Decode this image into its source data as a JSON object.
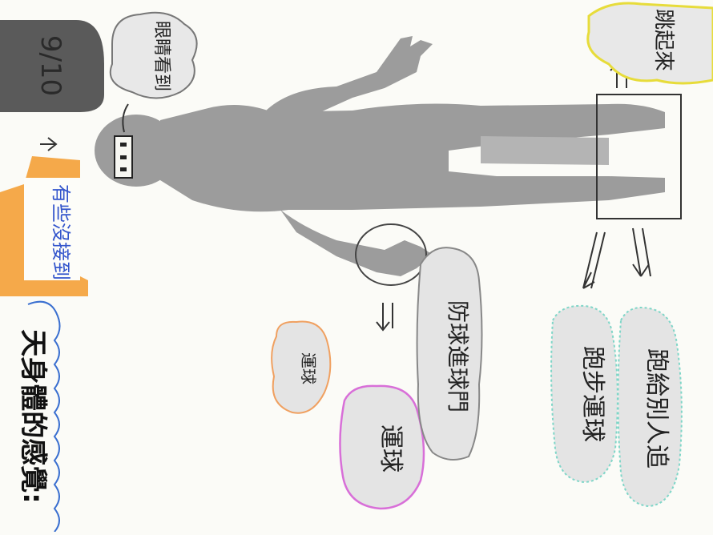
{
  "score": {
    "value": "9/10"
  },
  "title": {
    "text": "天身體的感覺:"
  },
  "note": {
    "text": "有些沒接到"
  },
  "bubbles": {
    "eyes": "眼睛看到",
    "jump": "跳起來",
    "pass_ball": "運球",
    "defend_ball": "防球進球門",
    "run_dribble": "跑步運球",
    "chase": "跑給別人追",
    "small": "運球"
  },
  "colors": {
    "silhouette": "#9c9c9c",
    "score_block": "#5a5a5a",
    "note_orange": "#f5a94a",
    "title_wave": "#3a6fd0",
    "cloud_yellow": "#e7dc3a",
    "cloud_pink": "#d86fd8",
    "cloud_orange": "#f0a060",
    "cloud_teal": "#7fd6c8"
  }
}
